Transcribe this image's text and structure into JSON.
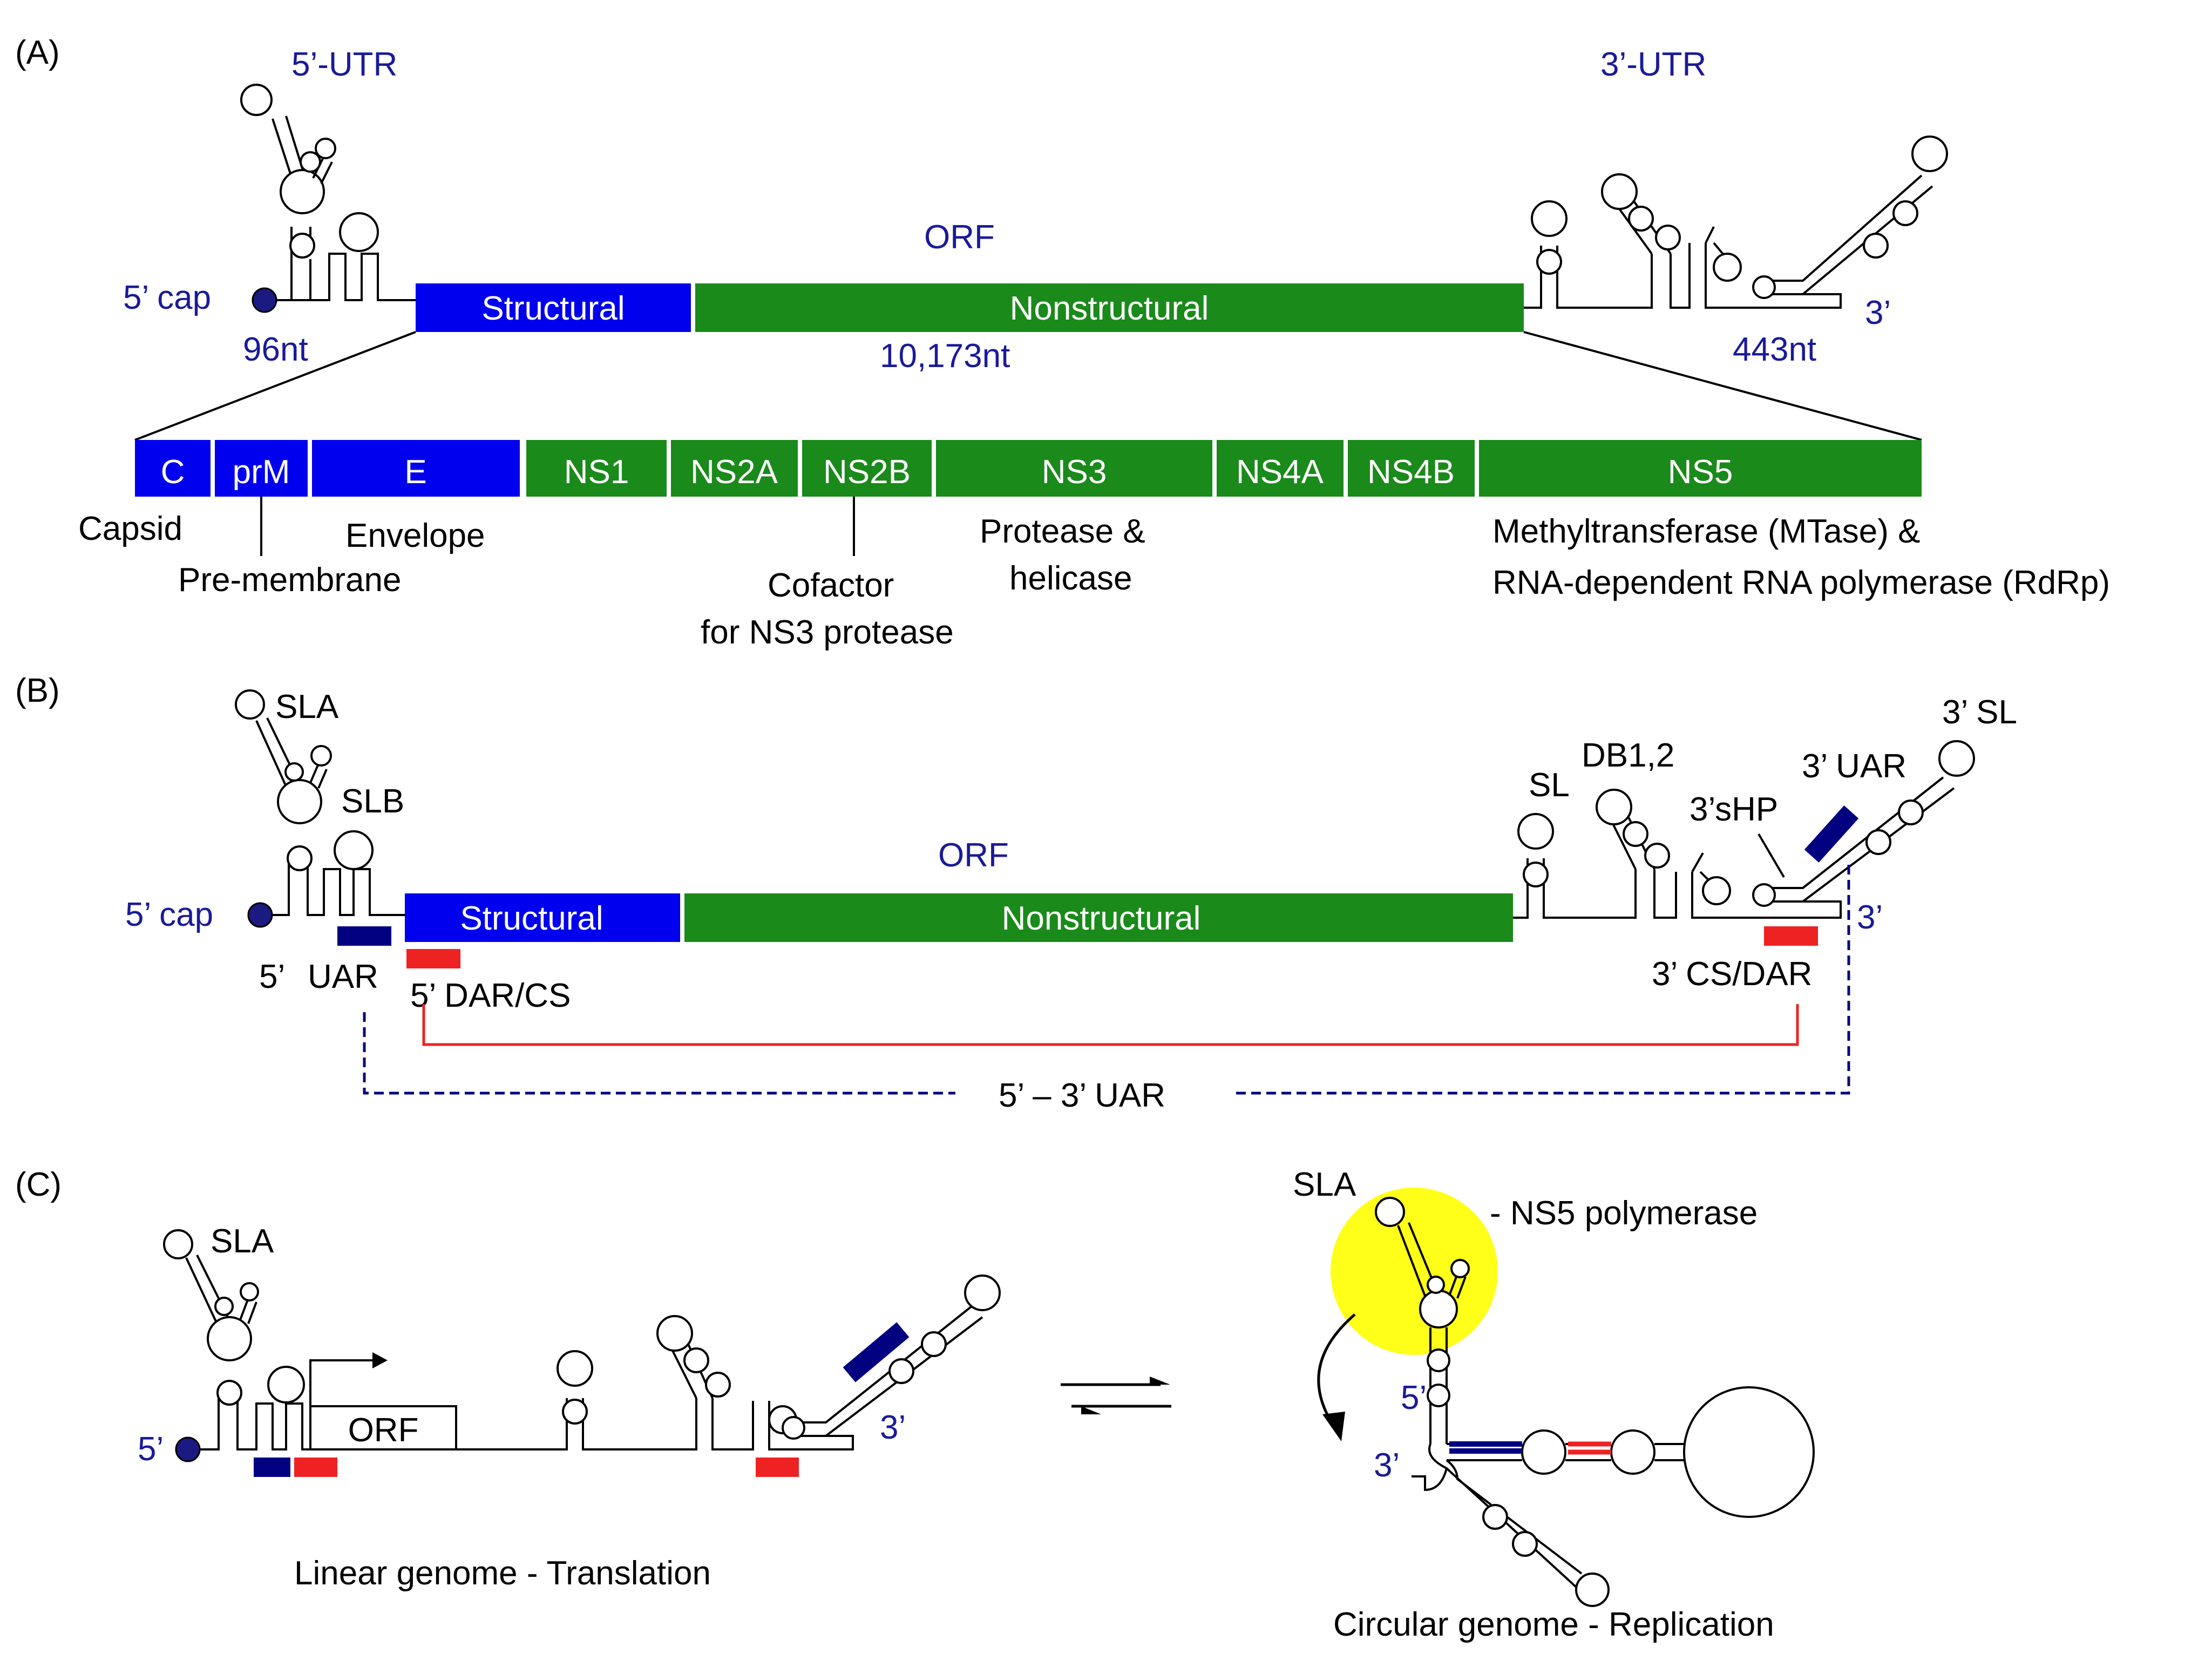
{
  "colors": {
    "structural": "#0000ee",
    "nonstructural": "#1a8a1a",
    "uar": "#000080",
    "cs_dar": "#ee2222",
    "label_blue": "#1a1a99",
    "ns5_highlight": "#ffff1a"
  },
  "panel_a": {
    "tag": "(A)",
    "utr5": "5’-UTR",
    "utr3": "3’-UTR",
    "orf": "ORF",
    "cap": "5’ cap",
    "end3": "3’",
    "len5": "96nt",
    "len_orf": "10,173nt",
    "len3": "443nt",
    "structural": "Structural",
    "nonstructural": "Nonstructural",
    "proteins": [
      {
        "name": "C",
        "group": "structural"
      },
      {
        "name": "prM",
        "group": "structural"
      },
      {
        "name": "E",
        "group": "structural"
      },
      {
        "name": "NS1",
        "group": "nonstructural"
      },
      {
        "name": "NS2A",
        "group": "nonstructural"
      },
      {
        "name": "NS2B",
        "group": "nonstructural"
      },
      {
        "name": "NS3",
        "group": "nonstructural"
      },
      {
        "name": "NS4A",
        "group": "nonstructural"
      },
      {
        "name": "NS4B",
        "group": "nonstructural"
      },
      {
        "name": "NS5",
        "group": "nonstructural"
      }
    ],
    "functions": {
      "capsid": "Capsid",
      "premembrane": "Pre-membrane",
      "envelope": "Envelope",
      "cofactor_1": "Cofactor",
      "cofactor_2": "for NS3 protease",
      "protease_1": "Protease &",
      "protease_2": "helicase",
      "mtase_1": "Methyltransferase (MTase) &",
      "mtase_2": "RNA-dependent RNA polymerase (RdRp)"
    }
  },
  "panel_b": {
    "tag": "(B)",
    "sla": "SLA",
    "slb": "SLB",
    "cap": "5’ cap",
    "orf": "ORF",
    "structural": "Structural",
    "nonstructural": "Nonstructural",
    "sl": "SL",
    "db": "DB1,2",
    "shp": "3’sHP",
    "uar3": "3’ UAR",
    "sl3": "3’ SL",
    "end3": "3’",
    "uar5_a": "5’",
    "uar5_b": "UAR",
    "dar5": "5’ DAR/CS",
    "dar3": "3’ CS/DAR",
    "uar_link": "5’ – 3’  UAR"
  },
  "panel_c": {
    "tag": "(C)",
    "sla_linear": "SLA",
    "end5": "5’",
    "orf": "ORF",
    "end3": "3’",
    "linear_caption": "Linear genome - Translation",
    "sla_circular": "SLA",
    "ns5": "- NS5 polymerase",
    "circ_5": "5’",
    "circ_3": "3’",
    "circular_caption": "Circular genome - Replication"
  }
}
